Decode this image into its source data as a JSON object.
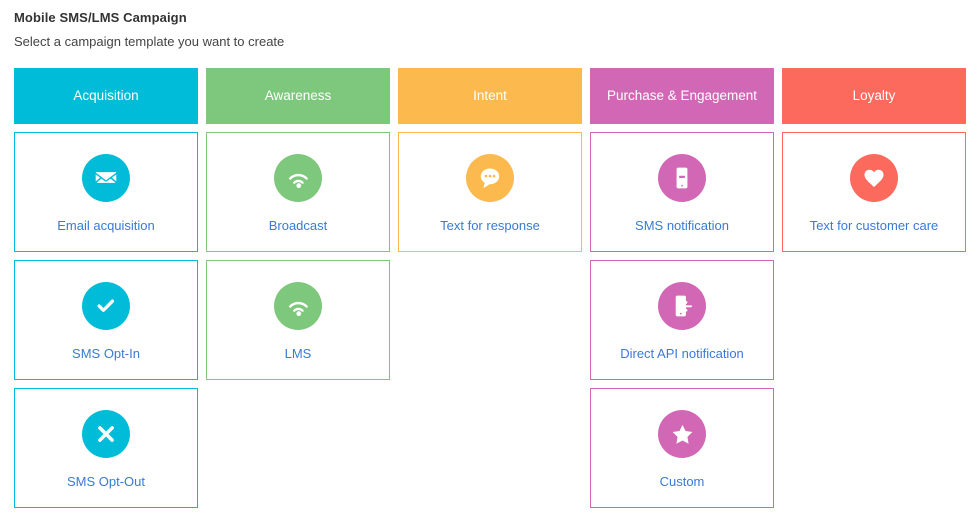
{
  "header": {
    "title": "Mobile SMS/LMS Campaign",
    "subtitle": "Select a campaign template you want to create"
  },
  "colors": {
    "acquisition": "#00bcd8",
    "awareness": "#7dc87d",
    "intent": "#fbb94e",
    "purchase": "#d268b5",
    "loyalty": "#fc6a5d",
    "label_link": "#3b79d4",
    "card_border_default": "#cccccc"
  },
  "columns": [
    {
      "key": "acquisition",
      "header": "Acquisition",
      "color": "#00bcd8",
      "cards": [
        {
          "label": "Email acquisition",
          "icon": "envelope-icon"
        },
        {
          "label": "SMS Opt-In",
          "icon": "check-icon"
        },
        {
          "label": "SMS Opt-Out",
          "icon": "close-x-icon"
        }
      ]
    },
    {
      "key": "awareness",
      "header": "Awareness",
      "color": "#7dc87d",
      "cards": [
        {
          "label": "Broadcast",
          "icon": "broadcast-signal-icon"
        },
        {
          "label": "LMS",
          "icon": "broadcast-signal-icon"
        }
      ]
    },
    {
      "key": "intent",
      "header": "Intent",
      "color": "#fbb94e",
      "cards": [
        {
          "label": "Text for response",
          "icon": "chat-bubble-dots-icon"
        }
      ]
    },
    {
      "key": "purchase",
      "header": "Purchase & Engagement",
      "color": "#d268b5",
      "cards": [
        {
          "label": "SMS notification",
          "icon": "mobile-message-icon"
        },
        {
          "label": "Direct API notification",
          "icon": "mobile-arrow-in-icon"
        },
        {
          "label": "Custom",
          "icon": "star-icon"
        }
      ]
    },
    {
      "key": "loyalty",
      "header": "Loyalty",
      "color": "#fc6a5d",
      "cards": [
        {
          "label": "Text for customer care",
          "icon": "heart-icon"
        }
      ]
    }
  ]
}
